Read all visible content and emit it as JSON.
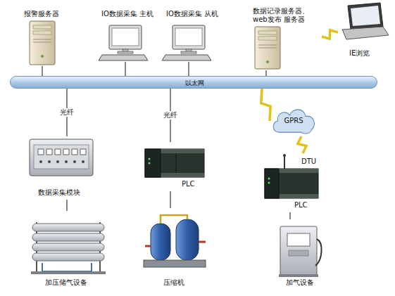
{
  "diagram": {
    "nodes": [
      {
        "text": [
          "报警服务器"
        ]
      },
      {
        "text": [
          "IO数据采集 主机"
        ]
      },
      {
        "text": [
          "IO数据采集 从机"
        ]
      },
      {
        "text": [
          "数据记录服务器、web发布 服务器"
        ]
      },
      {
        "text": [
          "IE浏览"
        ]
      },
      {
        "text": [
          "以太网"
        ]
      },
      {
        "text": [
          "GPRS"
        ]
      },
      {
        "text": [
          "数据采集模块"
        ]
      },
      {
        "text": [
          "PLC"
        ]
      },
      {
        "text": [
          "DTU",
          "PLC"
        ]
      },
      {
        "text": [
          "加压储气设备"
        ]
      },
      {
        "text": [
          "压缩机"
        ]
      },
      {
        "text": [
          "加气设备"
        ]
      }
    ],
    "edges": [
      {
        "from": 0,
        "to": 5,
        "arrow": "none"
      },
      {
        "from": 1,
        "to": 5,
        "arrow": "none"
      },
      {
        "from": 2,
        "to": 5,
        "arrow": "none"
      },
      {
        "from": 3,
        "to": 5,
        "arrow": "none"
      },
      {
        "from": 3,
        "to": 4,
        "arrow": "none"
      },
      {
        "from": 5,
        "to": 7,
        "label": "光纤",
        "arrow": "none"
      },
      {
        "from": 5,
        "to": 8,
        "label": "光纤",
        "arrow": "none"
      },
      {
        "from": 5,
        "to": 6,
        "arrow": "none"
      },
      {
        "from": 6,
        "to": 9,
        "arrow": "none"
      },
      {
        "from": 7,
        "to": 10,
        "arrow": "none"
      },
      {
        "from": 8,
        "to": 11,
        "arrow": "none"
      },
      {
        "from": 9,
        "to": 12,
        "arrow": "none"
      }
    ]
  }
}
